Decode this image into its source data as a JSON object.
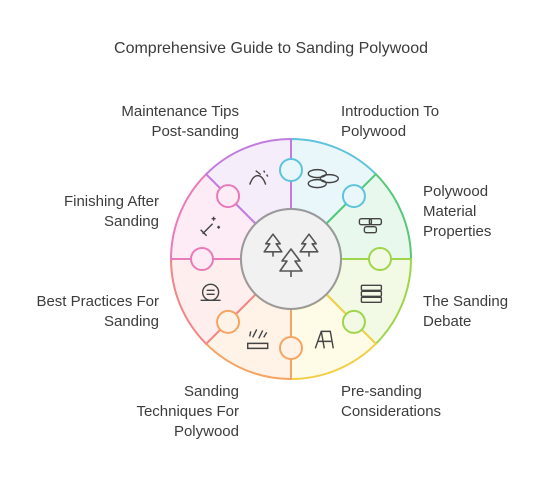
{
  "title": "Comprehensive Guide to Sanding Polywood",
  "center": {
    "icon": "pine-trees-icon"
  },
  "segments": [
    {
      "id": "introduction",
      "lines": [
        "Introduction To",
        "Polywood"
      ],
      "fill": "#e9f7fb",
      "stroke": "#5fc3dc",
      "icon": "wood-logs-icon"
    },
    {
      "id": "material-properties",
      "lines": [
        "Polywood",
        "Material",
        "Properties"
      ],
      "fill": "#e8f8ec",
      "stroke": "#56c879",
      "icon": "wood-planks-icon"
    },
    {
      "id": "sanding-debate",
      "lines": [
        "The Sanding",
        "Debate"
      ],
      "fill": "#f2fae6",
      "stroke": "#9fd54a",
      "icon": "stacked-boards-icon"
    },
    {
      "id": "pre-sanding",
      "lines": [
        "Pre-sanding",
        "Considerations"
      ],
      "fill": "#fefbe6",
      "stroke": "#f2cf45",
      "icon": "sawhorse-icon"
    },
    {
      "id": "techniques",
      "lines": [
        "Sanding",
        "Techniques For",
        "Polywood"
      ],
      "fill": "#fff3e8",
      "stroke": "#f5a461",
      "icon": "sanding-block-icon"
    },
    {
      "id": "best-practices",
      "lines": [
        "Best Practices For",
        "Sanding"
      ],
      "fill": "#ffeeee",
      "stroke": "#f28585",
      "icon": "orbital-sander-icon"
    },
    {
      "id": "finishing",
      "lines": [
        "Finishing After",
        "Sanding"
      ],
      "fill": "#fdecf5",
      "stroke": "#ea7ab8",
      "icon": "brush-sparkle-icon"
    },
    {
      "id": "maintenance",
      "lines": [
        "Maintenance Tips",
        "Post-sanding"
      ],
      "fill": "#f6edfb",
      "stroke": "#c17ce0",
      "icon": "cleaning-spray-icon"
    }
  ]
}
